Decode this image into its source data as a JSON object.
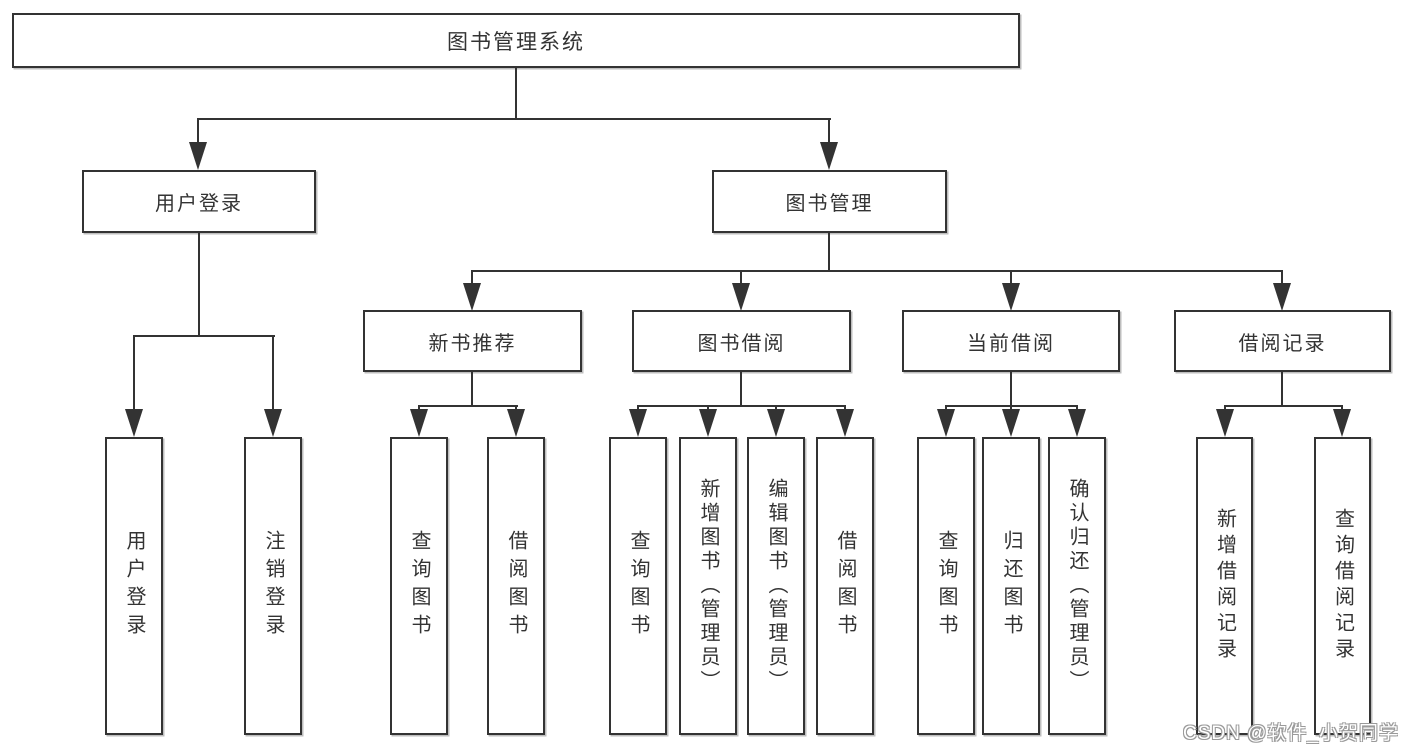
{
  "diagram": {
    "root": {
      "label": "图书管理系统"
    },
    "branches": [
      {
        "label": "用户登录",
        "children": [
          {
            "label": "用户登录"
          },
          {
            "label": "注销登录"
          }
        ]
      },
      {
        "label": "图书管理",
        "children": [
          {
            "label": "新书推荐",
            "children": [
              {
                "label": "查询图书"
              },
              {
                "label": "借阅图书"
              }
            ]
          },
          {
            "label": "图书借阅",
            "children": [
              {
                "label": "查询图书"
              },
              {
                "label": "新增图书（管理员）"
              },
              {
                "label": "编辑图书（管理员）"
              },
              {
                "label": "借阅图书"
              }
            ]
          },
          {
            "label": "当前借阅",
            "children": [
              {
                "label": "查询图书"
              },
              {
                "label": "归还图书"
              },
              {
                "label": "确认归还（管理员）"
              }
            ]
          },
          {
            "label": "借阅记录",
            "children": [
              {
                "label": "新增借阅记录"
              },
              {
                "label": "查询借阅记录"
              }
            ]
          }
        ]
      }
    ]
  },
  "watermark": {
    "text": "CSDN @软件_小贺同学"
  },
  "colors": {
    "line": "#333333",
    "text": "#333333",
    "background": "#ffffff",
    "watermark_fill": "#ffffff",
    "watermark_outline": "#9a9a9a"
  }
}
